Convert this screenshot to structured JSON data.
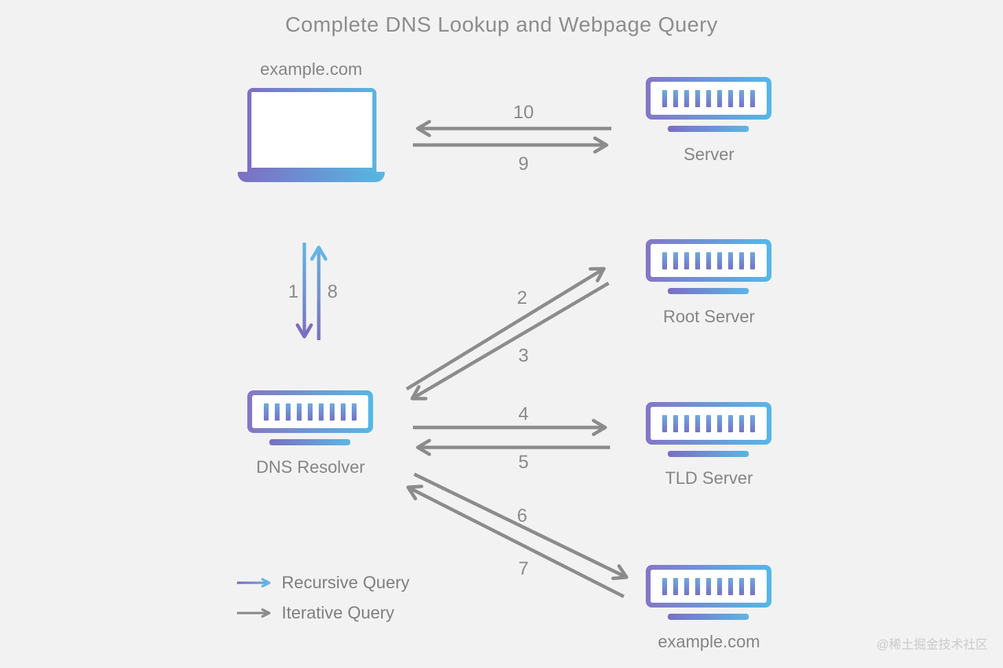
{
  "title": "Complete DNS Lookup and Webpage Query",
  "nodes": {
    "client": {
      "label": "example.com",
      "type": "laptop"
    },
    "web_server": {
      "label": "Server",
      "type": "server"
    },
    "dns_resolver": {
      "label": "DNS Resolver",
      "type": "server"
    },
    "root_server": {
      "label": "Root Server",
      "type": "server"
    },
    "tld_server": {
      "label": "TLD Server",
      "type": "server"
    },
    "authoritative_server": {
      "label": "example.com",
      "type": "server"
    }
  },
  "steps": [
    "1",
    "2",
    "3",
    "4",
    "5",
    "6",
    "7",
    "8",
    "9",
    "10"
  ],
  "edges": [
    {
      "step": "1",
      "from": "client",
      "to": "dns_resolver",
      "query_type": "recursive"
    },
    {
      "step": "2",
      "from": "dns_resolver",
      "to": "root_server",
      "query_type": "iterative"
    },
    {
      "step": "3",
      "from": "root_server",
      "to": "dns_resolver",
      "query_type": "iterative"
    },
    {
      "step": "4",
      "from": "dns_resolver",
      "to": "tld_server",
      "query_type": "iterative"
    },
    {
      "step": "5",
      "from": "tld_server",
      "to": "dns_resolver",
      "query_type": "iterative"
    },
    {
      "step": "6",
      "from": "dns_resolver",
      "to": "authoritative_server",
      "query_type": "iterative"
    },
    {
      "step": "7",
      "from": "authoritative_server",
      "to": "dns_resolver",
      "query_type": "iterative"
    },
    {
      "step": "8",
      "from": "dns_resolver",
      "to": "client",
      "query_type": "recursive"
    },
    {
      "step": "9",
      "from": "client",
      "to": "web_server",
      "query_type": "iterative"
    },
    {
      "step": "10",
      "from": "web_server",
      "to": "client",
      "query_type": "iterative"
    }
  ],
  "legend": {
    "recursive_label": "Recursive Query",
    "iterative_label": "Iterative Query"
  },
  "watermark": "@稀土掘金技术社区",
  "colors": {
    "background": "#f2f2f2",
    "text": "#858585",
    "iterative": "#8c8c8c",
    "recursive_blue": "#64b5e6",
    "recursive_purple": "#7a6ec2",
    "gradient_purple": "#7d6fc3",
    "gradient_blue": "#57b7e2"
  }
}
